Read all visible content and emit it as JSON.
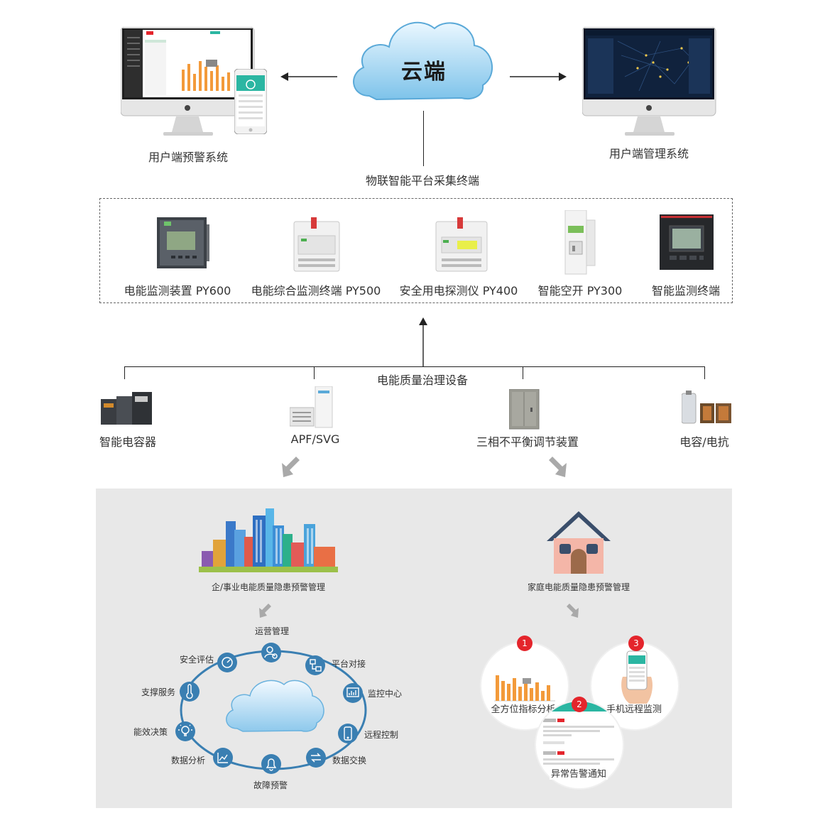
{
  "cloud": {
    "label": "云端"
  },
  "top": {
    "left_system": "用户端预警系统",
    "right_system": "用户端管理系统",
    "platform": "物联智能平台采集终端"
  },
  "devices": [
    {
      "label": "电能监测装置 PY600"
    },
    {
      "label": "电能综合监测终端 PY500"
    },
    {
      "label": "安全用电探测仪 PY400"
    },
    {
      "label": "智能空开 PY300"
    },
    {
      "label": "智能监测终端"
    }
  ],
  "governance": {
    "title": "电能质量治理设备",
    "items": [
      {
        "label": "智能电容器"
      },
      {
        "label": "APF/SVG"
      },
      {
        "label": "三相不平衡调节装置"
      },
      {
        "label": "电容/电抗"
      }
    ]
  },
  "enterprise": {
    "title": "企/事业电能质量隐患预警管理",
    "ring": [
      {
        "label": "运营管理",
        "icon": "user-search-icon"
      },
      {
        "label": "平台对接",
        "icon": "network-icon"
      },
      {
        "label": "监控中心",
        "icon": "monitor-chart-icon"
      },
      {
        "label": "远程控制",
        "icon": "phone-icon"
      },
      {
        "label": "数据交换",
        "icon": "exchange-icon"
      },
      {
        "label": "故障预警",
        "icon": "bell-icon"
      },
      {
        "label": "数据分析",
        "icon": "line-chart-icon"
      },
      {
        "label": "能效决策",
        "icon": "bulb-icon"
      },
      {
        "label": "支撑服务",
        "icon": "thermometer-icon"
      },
      {
        "label": "安全评估",
        "icon": "gauge-icon"
      }
    ]
  },
  "home": {
    "title": "家庭电能质量隐患预警管理",
    "features": [
      {
        "num": "1",
        "label": "全方位指标分析"
      },
      {
        "num": "2",
        "label": "异常告警通知"
      },
      {
        "num": "3",
        "label": "手机远程监测"
      }
    ]
  },
  "colors": {
    "accent": "#3a7fb2",
    "badge": "#e4252c",
    "orange": "#f39a3a",
    "teal": "#2bb6a2"
  }
}
